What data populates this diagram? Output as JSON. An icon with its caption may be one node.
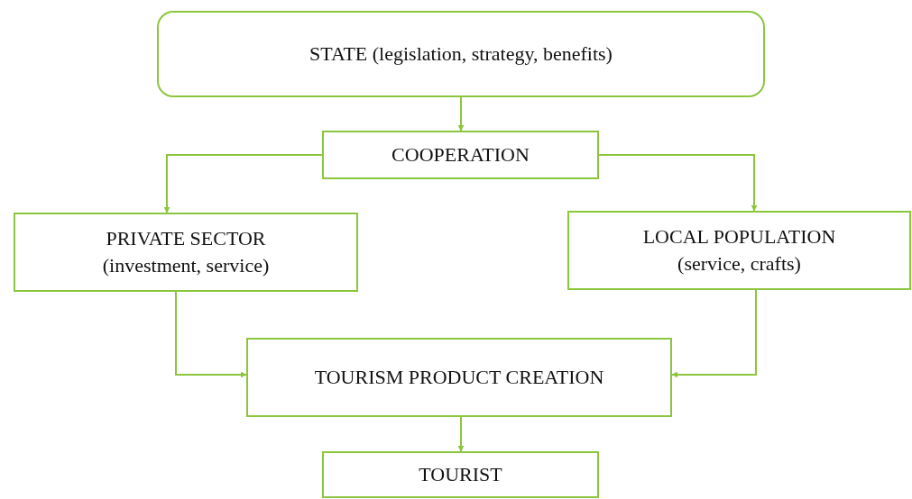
{
  "diagram": {
    "nodes": [
      {
        "text": [
          "STATE (legislation, strategy, benefits)"
        ]
      },
      {
        "text": [
          "COOPERATION"
        ]
      },
      {
        "text": [
          "PRIVATE SECTOR (investment, service)"
        ]
      },
      {
        "text": [
          "LOCAL POPULATION (service, crafts)"
        ]
      },
      {
        "text": [
          "TOURISM PRODUCT CREATION"
        ]
      },
      {
        "text": [
          "TOURIST"
        ]
      }
    ],
    "edges": [
      {
        "from": 0,
        "to": 1,
        "arrow": "to"
      },
      {
        "from": 1,
        "to": 2,
        "arrow": "to"
      },
      {
        "from": 1,
        "to": 3,
        "arrow": "to"
      },
      {
        "from": 2,
        "to": 4,
        "arrow": "to"
      },
      {
        "from": 3,
        "to": 4,
        "arrow": "to"
      },
      {
        "from": 4,
        "to": 5,
        "arrow": "to"
      }
    ]
  }
}
